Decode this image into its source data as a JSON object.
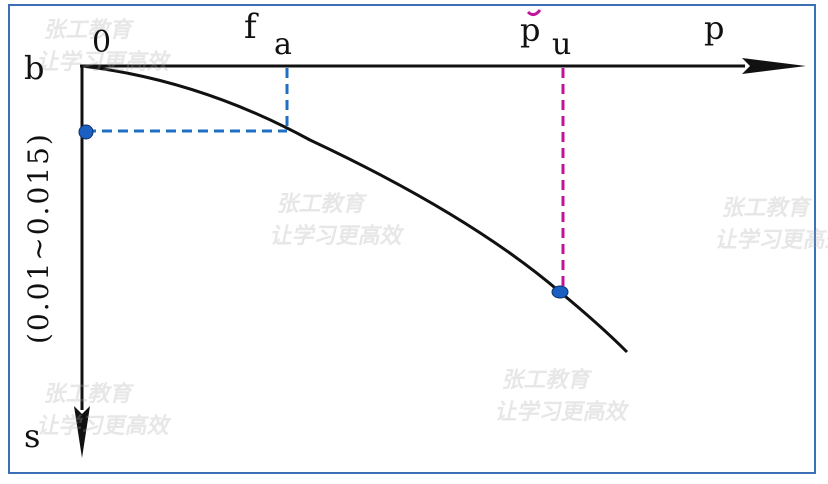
{
  "labels": {
    "origin": "0",
    "x_axis_end": "p",
    "y_axis_top": "b",
    "y_axis_end": "s",
    "y_range": "(0.01~0.015)",
    "point_fa_f": "f",
    "point_fa_a": "a",
    "point_pu_p": "p",
    "point_pu_u": "u"
  },
  "watermark": {
    "top": "张工教育",
    "bottom": "让学习更高效"
  },
  "colors": {
    "axis": "#111111",
    "curve": "#111111",
    "guide_blue": "#1f6fc5",
    "guide_magenta": "#c0139a",
    "point": "#1c5fc2",
    "frame": "#3b6fb6"
  }
}
